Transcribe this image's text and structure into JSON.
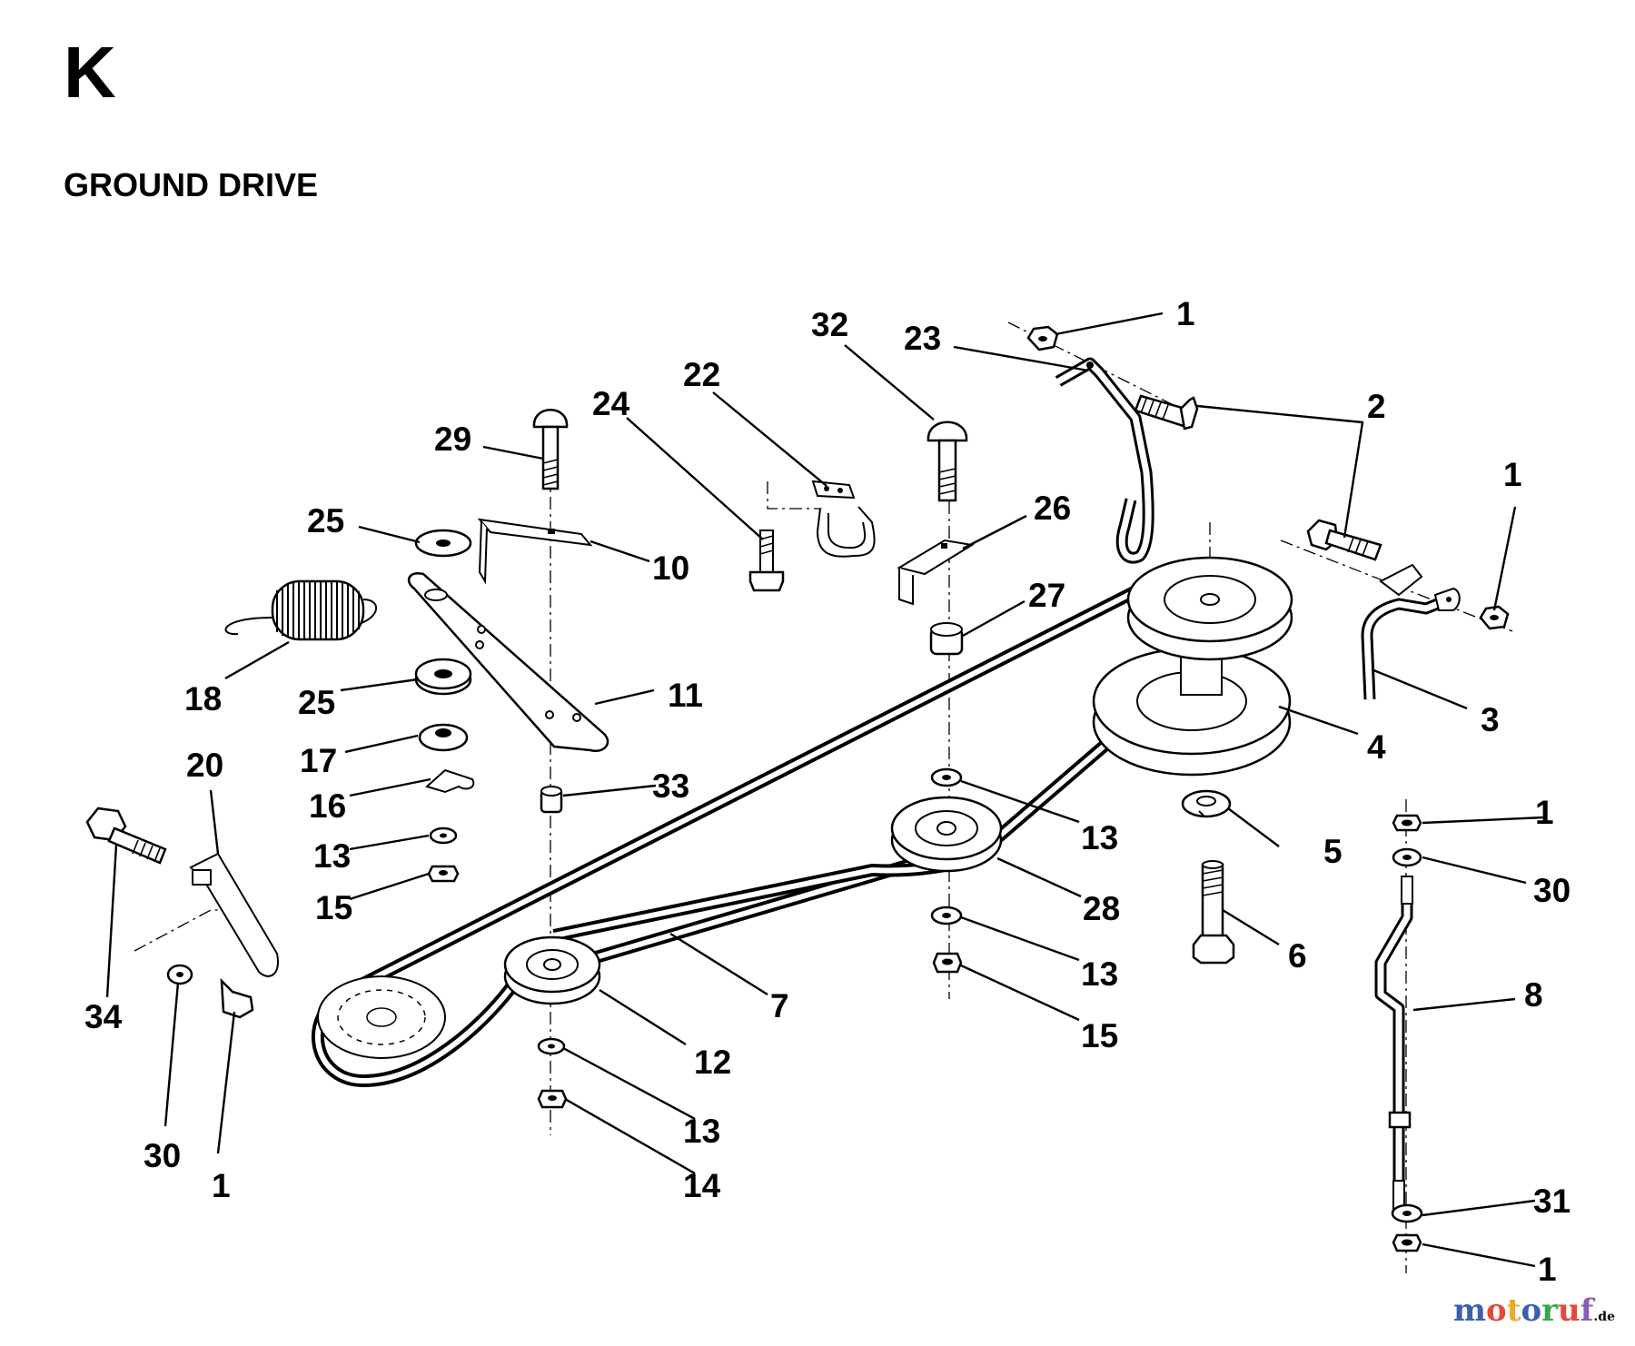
{
  "header": {
    "section_letter": "K",
    "section_title": "GROUND DRIVE"
  },
  "callouts": {
    "c1_top": "1",
    "c1_right_upper": "1",
    "c1_right_middle": "1",
    "c1_right_lower": "1",
    "c1_left_bottom": "1",
    "c2": "2",
    "c3": "3",
    "c4": "4",
    "c5": "5",
    "c6": "6",
    "c7": "7",
    "c8": "8",
    "c10": "10",
    "c11": "11",
    "c12": "12",
    "c13_left": "13",
    "c13_mid_upper": "13",
    "c13_mid_lower": "13",
    "c13_bottom": "13",
    "c14": "14",
    "c15_left": "15",
    "c15_mid": "15",
    "c16": "16",
    "c17": "17",
    "c18": "18",
    "c20": "20",
    "c22": "22",
    "c23": "23",
    "c24": "24",
    "c25_upper": "25",
    "c25_lower": "25",
    "c26": "26",
    "c27": "27",
    "c28": "28",
    "c29": "29",
    "c30_right": "30",
    "c30_left": "30",
    "c31": "31",
    "c32": "32",
    "c33": "33",
    "c34": "34"
  },
  "watermark": {
    "brand": "motoruf",
    "tld": ".de",
    "colors": [
      "#3b5fb0",
      "#e24a3b",
      "#f0a830",
      "#3b5fb0",
      "#3aa64a",
      "#e24a3b",
      "#8a5fb0"
    ]
  }
}
